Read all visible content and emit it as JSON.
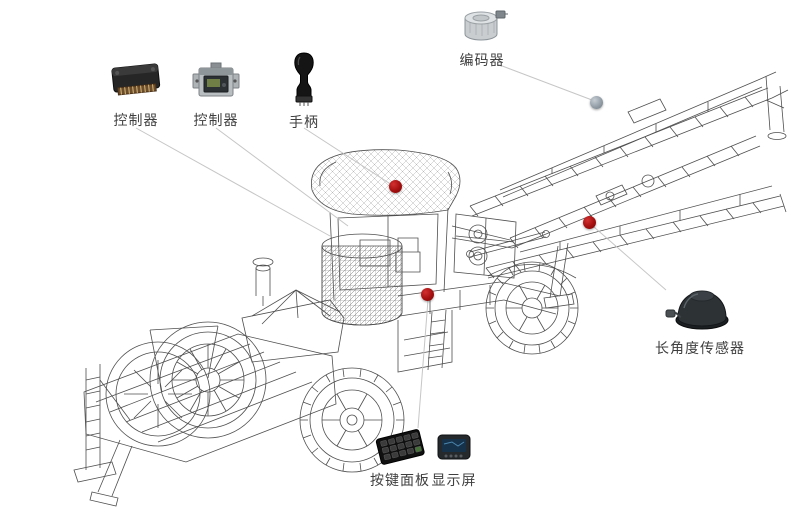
{
  "page": {
    "background": "#ffffff"
  },
  "colors": {
    "marker_red": "#a40f0f",
    "marker_gray": "#8f9aa3",
    "leader_line": "#c6c6c6",
    "label_text": "#3f3f3f",
    "wireframe": "#4f4f4f"
  },
  "components": [
    {
      "id": "controller-1",
      "label": "控制器",
      "icon": "controller-module-icon"
    },
    {
      "id": "controller-2",
      "label": "控制器",
      "icon": "controller-box-icon"
    },
    {
      "id": "joystick",
      "label": "手柄",
      "icon": "joystick-icon"
    },
    {
      "id": "encoder",
      "label": "编码器",
      "icon": "encoder-icon"
    },
    {
      "id": "angle-sensor",
      "label": "长角度传感器",
      "icon": "angle-sensor-icon"
    },
    {
      "id": "keypad",
      "label": "按键面板",
      "icon": "keypad-icon"
    },
    {
      "id": "display",
      "label": "显示屏",
      "icon": "display-screen-icon"
    }
  ],
  "markers": [
    {
      "id": "cab",
      "color": "red"
    },
    {
      "id": "boom",
      "color": "red"
    },
    {
      "id": "chassis",
      "color": "red"
    },
    {
      "id": "encoder-mount",
      "color": "gray"
    }
  ]
}
